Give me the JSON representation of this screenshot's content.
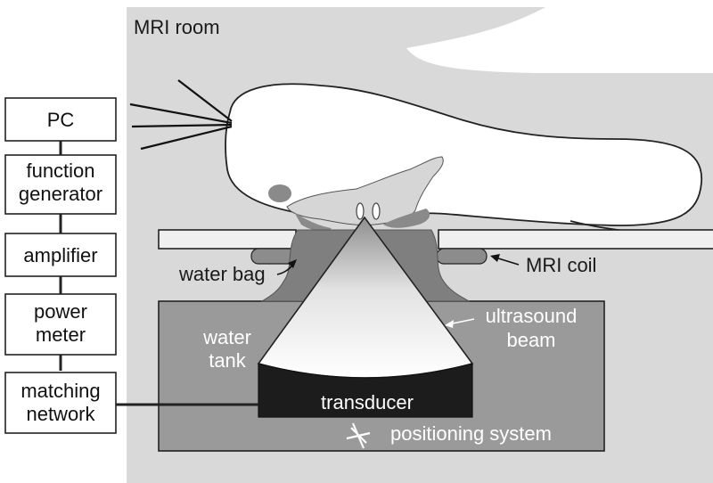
{
  "room_label": "MRI room",
  "chain": [
    {
      "lines": [
        "PC"
      ]
    },
    {
      "lines": [
        "function",
        "generator"
      ]
    },
    {
      "lines": [
        "amplifier"
      ]
    },
    {
      "lines": [
        "power",
        "meter"
      ]
    },
    {
      "lines": [
        "matching",
        "network"
      ]
    }
  ],
  "labels": {
    "water_bag": "water bag",
    "mri_coil": "MRI coil",
    "water_tank_1": "water",
    "water_tank_2": "tank",
    "ultrasound_1": "ultrasound",
    "ultrasound_2": "beam",
    "transducer": "transducer",
    "positioning": "positioning system"
  },
  "colors": {
    "room": "#d9d9d9",
    "tank": "#9a9a9a",
    "bag": "#7f7f7f",
    "coil": "#8c8c8c",
    "transducer": "#1c1c1c"
  }
}
